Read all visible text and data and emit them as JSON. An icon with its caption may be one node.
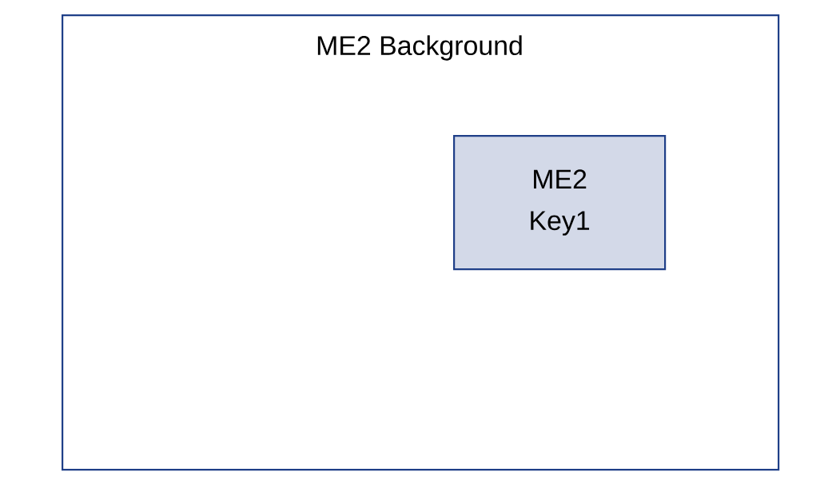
{
  "diagram": {
    "nodes": [
      {
        "text": [
          "ME2 Background"
        ]
      },
      {
        "text": [
          "ME2 Key1"
        ],
        "in": 0
      }
    ]
  }
}
